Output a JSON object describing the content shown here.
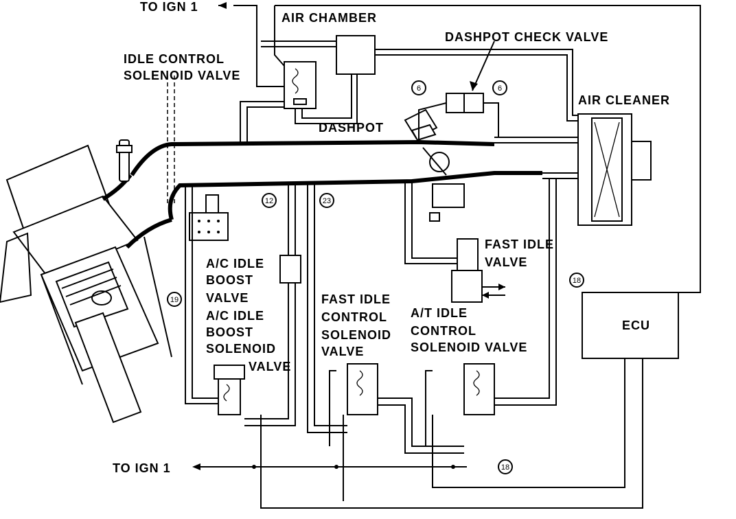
{
  "labels": {
    "to_ign1_top": "TO IGN 1",
    "air_chamber": "AIR CHAMBER",
    "idle_control_1": "IDLE CONTROL",
    "idle_control_2": "SOLENOID VALVE",
    "dashpot_check_valve": "DASHPOT CHECK VALVE",
    "dashpot": "DASHPOT",
    "air_cleaner": "AIR CLEANER",
    "fast_idle_valve_1": "FAST IDLE",
    "fast_idle_valve_2": "VALVE",
    "ac_boost_valve_1": "A/C IDLE",
    "ac_boost_valve_2": "BOOST",
    "ac_boost_valve_3": "VALVE",
    "ac_boost_sol_1": "A/C IDLE",
    "ac_boost_sol_2": "BOOST",
    "ac_boost_sol_3": "SOLENOID",
    "ac_boost_sol_4": "VALVE",
    "fic_1": "FAST IDLE",
    "fic_2": "CONTROL",
    "fic_3": "SOLENOID",
    "fic_4": "VALVE",
    "at_1": "A/T IDLE",
    "at_2": "CONTROL",
    "at_3": "SOLENOID VALVE",
    "ecu": "ECU",
    "to_ign1_bottom": "TO IGN 1"
  },
  "hose_numbers": {
    "h6a": "6",
    "h6b": "6",
    "h12": "12",
    "h23": "23",
    "h19": "19",
    "h18a": "18",
    "h18b": "18"
  }
}
